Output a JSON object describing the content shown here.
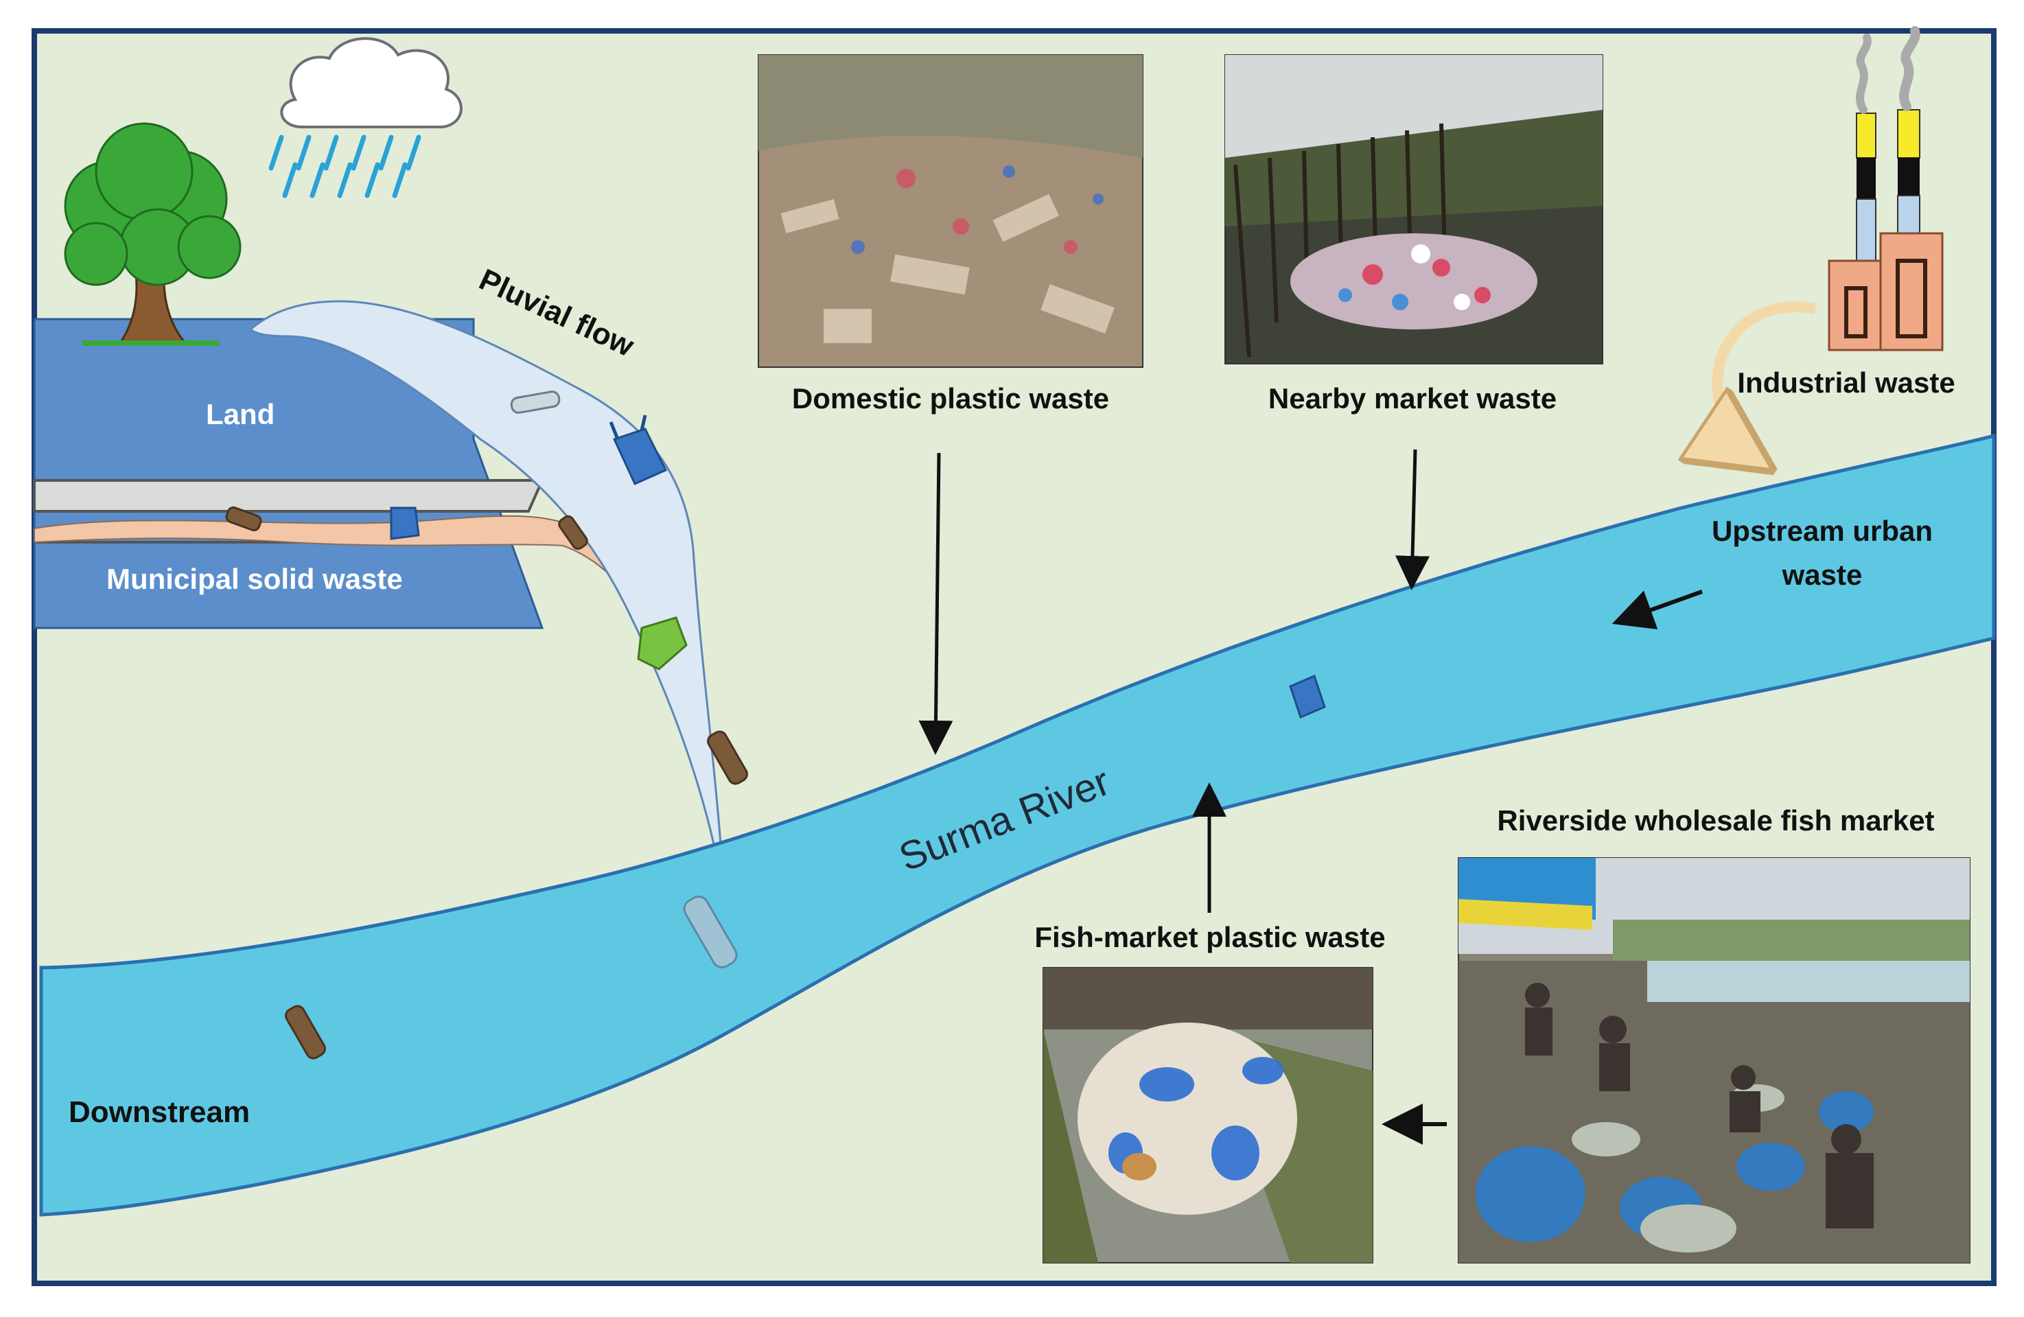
{
  "labels": {
    "land": "Land",
    "pluvial_flow": "Pluvial flow",
    "municipal_solid_waste": "Municipal solid waste",
    "domestic_plastic_waste": "Domestic plastic waste",
    "nearby_market_waste": "Nearby market waste",
    "industrial_waste": "Industrial waste",
    "upstream_urban_waste_line1": "Upstream urban",
    "upstream_urban_waste_line2": "waste",
    "river_name": "Surma River",
    "fish_market_plastic_waste": "Fish-market plastic waste",
    "riverside_fish_market": "Riverside wholesale fish market",
    "downstream": "Downstream"
  },
  "colors": {
    "background": "#e3ecd7",
    "frame": "#1b3a6e",
    "land": "#5b8ecb",
    "river": "#5ec8e3",
    "river_edge": "#2b6fb0",
    "pluvial": "#dce8f3",
    "waste_flow": "#f2c6a6",
    "factory": "#f0a987",
    "cloud": "#ffffff",
    "rain": "#29a3d6",
    "tree": "#3aa838",
    "trunk": "#8a5a30"
  },
  "icons": [
    "cloud-icon",
    "tree-icon",
    "factory-icon",
    "plastic-bag-icon",
    "plastic-bottle-icon"
  ]
}
